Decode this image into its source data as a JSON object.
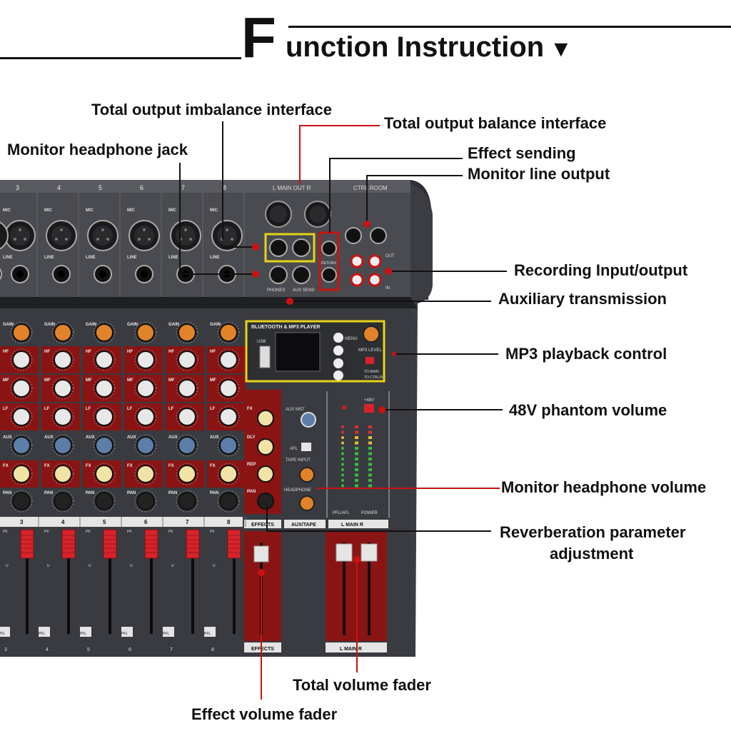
{
  "title": {
    "big_letter": "F",
    "rest": "unction Instruction",
    "arrow": "▼"
  },
  "callouts": {
    "total_output_imbalance": "Total output imbalance interface",
    "total_output_balance": "Total output balance interface",
    "monitor_headphone_jack": "Monitor headphone jack",
    "effect_sending": "Effect sending",
    "monitor_line_output": "Monitor line output",
    "recording_io": "Recording Input/output",
    "auxiliary_transmission": "Auxiliary transmission",
    "mp3_playback": "MP3 playback control",
    "phantom_48v": "48V phantom volume",
    "monitor_headphone_volume": "Monitor headphone volume",
    "reverb_line1": "Reverberation parameter",
    "reverb_line2": "adjustment",
    "total_volume_fader": "Total volume fader",
    "effect_volume_fader": "Effect volume fader"
  },
  "panel": {
    "channels": [
      "3",
      "4",
      "5",
      "6",
      "7",
      "8"
    ],
    "main_out": "L MAIN OUT R",
    "ctrl_room": "CTRL ROOM",
    "mic": "MIC",
    "line": "LINE",
    "phones": "PHONES",
    "aux_send": "AUX SEND",
    "send": "SEND",
    "return": "RETURN",
    "effect": "EFFECT",
    "out": "OUT",
    "in": "IN",
    "l": "L",
    "r": "R",
    "gain": "GAIN",
    "hf": "HF",
    "mf": "MF",
    "lf": "LF",
    "aux": "AUX",
    "fx": "FX",
    "pan": "PAN",
    "dly": "DLY",
    "rep": "REP",
    "effects": "EFFECTS",
    "aux_tape": "AUX/TAPE",
    "main_lr": "L   MAIN   R",
    "bt_title": "BLUETOOTH & MP3 PLAYER",
    "usb": "USB",
    "menu": "MENU",
    "mp3_level": "MP3 LEVEL",
    "to_main": "TO MAIN",
    "to_ctrl": "TO CTRL/R",
    "aux_mst": "AUX MST",
    "afl": "AFL",
    "tape_input": "TAPE INPUT",
    "headphone": "HEADPHONE",
    "plus48v": "+48V",
    "pfl_afl": "PFL/AFL",
    "power": "POWER",
    "pfl": "PFL",
    "pk": "PK",
    "u": "U"
  },
  "colors": {
    "panel_dark": "#2f3034",
    "panel_mid": "#45464b",
    "red_section": "#8a1414",
    "callout_red": "#cc1111",
    "yellow_box": "#e8d21a",
    "fader_red": "#d8232a"
  }
}
